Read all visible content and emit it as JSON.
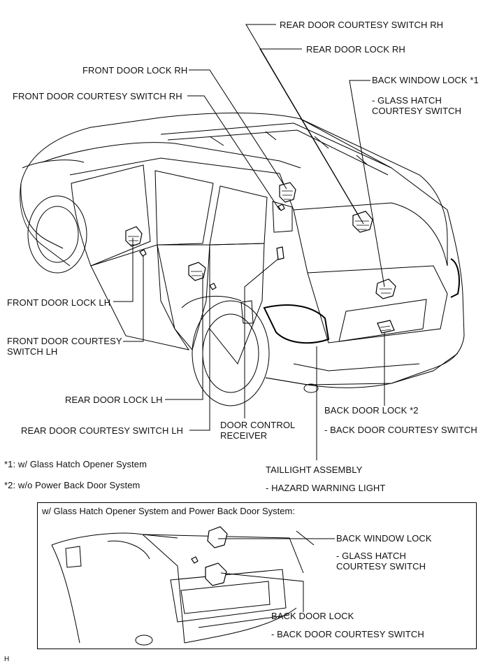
{
  "labels": {
    "rear_door_courtesy_switch_rh": "REAR DOOR COURTESY SWITCH RH",
    "rear_door_lock_rh": "REAR DOOR LOCK RH",
    "front_door_lock_rh": "FRONT DOOR LOCK RH",
    "back_window_lock": "BACK WINDOW LOCK *1",
    "glass_hatch_courtesy_switch": "- GLASS HATCH\nCOURTESY SWITCH",
    "front_door_courtesy_switch_rh": "FRONT DOOR COURTESY SWITCH RH",
    "front_door_lock_lh": "FRONT DOOR LOCK LH",
    "front_door_courtesy_switch_lh": "FRONT DOOR COURTESY\nSWITCH LH",
    "rear_door_lock_lh": "REAR DOOR LOCK LH",
    "back_door_lock": "BACK DOOR LOCK *2",
    "rear_door_courtesy_switch_lh": "REAR DOOR COURTESY SWITCH LH",
    "door_control_receiver": "DOOR CONTROL\nRECEIVER",
    "back_door_courtesy_switch": "- BACK DOOR COURTESY SWITCH",
    "taillight_assembly": "TAILLIGHT ASSEMBLY",
    "hazard_warning_light": "- HAZARD WARNING LIGHT"
  },
  "footnotes": {
    "note1": "*1: w/ Glass Hatch Opener System",
    "note2": "*2: w/o Power Back Door System"
  },
  "inset": {
    "title": "w/ Glass Hatch Opener System and Power Back Door System:",
    "back_window_lock": "BACK WINDOW LOCK",
    "glass_hatch_courtesy_switch": "- GLASS HATCH\nCOURTESY SWITCH",
    "back_door_lock": "BACK DOOR LOCK",
    "back_door_courtesy_switch": "- BACK DOOR COURTESY SWITCH"
  },
  "page_marker": "H"
}
